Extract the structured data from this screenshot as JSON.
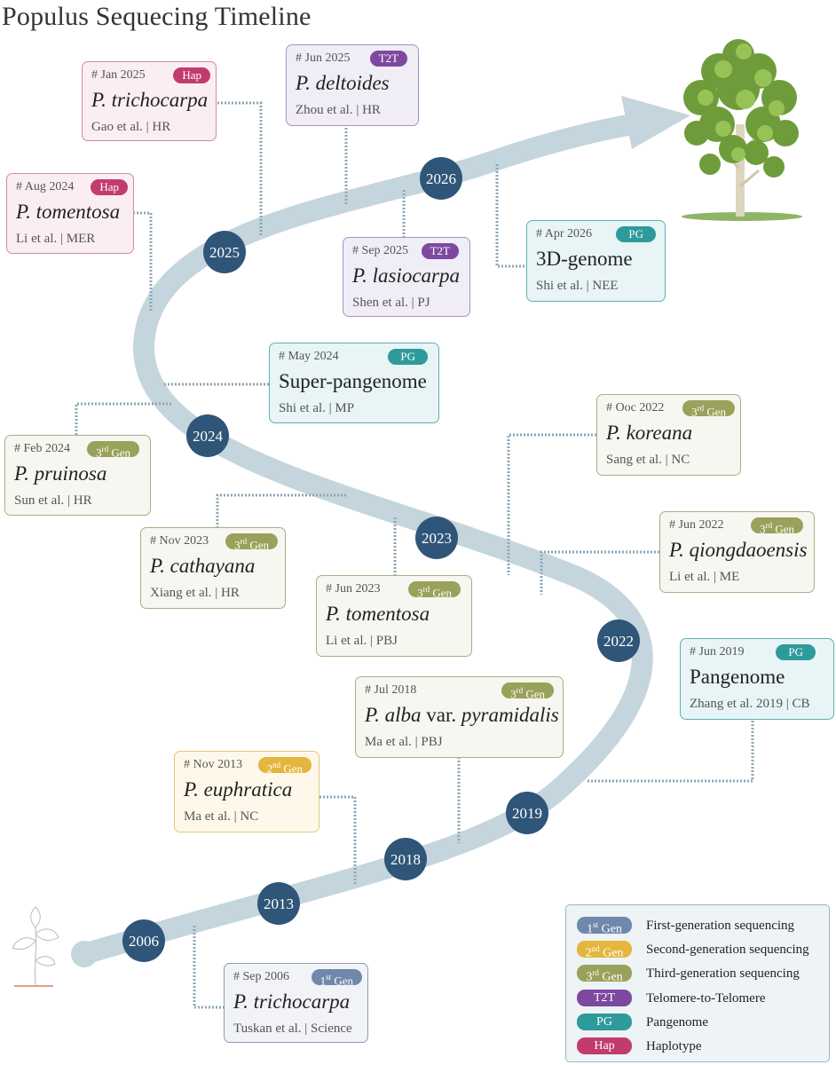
{
  "title": "Populus Sequecing Timeline",
  "colors": {
    "curve": "#c5d5de",
    "milestone": "#2f5578",
    "connector": "#8ea6b6",
    "gen1": "#6f88ab",
    "gen2": "#e4b63d",
    "gen3": "#9aa15a",
    "t2t": "#7d49a0",
    "pg": "#2f9a9c",
    "hap": "#c23b6e"
  },
  "milestones": [
    "2006",
    "2013",
    "2018",
    "2019",
    "2022",
    "2023",
    "2024",
    "2025",
    "2026"
  ],
  "cards": [
    {
      "id": "jan-2025",
      "date": "# Jan 2025",
      "badge": "Hap",
      "species": "P. trichocarpa",
      "italic": true,
      "cite": "Gao et al. | HR"
    },
    {
      "id": "jun-2025",
      "date": "# Jun 2025",
      "badge": "T2T",
      "species": "P. deltoides",
      "italic": true,
      "cite": "Zhou et al. | HR"
    },
    {
      "id": "aug-2024",
      "date": "# Aug 2024",
      "badge": "Hap",
      "species": "P. tomentosa",
      "italic": true,
      "cite": "Li et al. | MER"
    },
    {
      "id": "sep-2025",
      "date": "# Sep 2025",
      "badge": "T2T",
      "species": "P. lasiocarpa",
      "italic": true,
      "cite": "Shen et al. | PJ"
    },
    {
      "id": "apr-2026",
      "date": "# Apr 2026",
      "badge": "PG",
      "species": "3D-genome",
      "italic": false,
      "cite": "Shi et al. | NEE"
    },
    {
      "id": "may-2024",
      "date": "# May 2024",
      "badge": "PG",
      "species": "Super-pangenome",
      "italic": false,
      "cite": "Shi et al. | MP"
    },
    {
      "id": "feb-2024",
      "date": "# Feb 2024",
      "badge_num": "3",
      "badge_sup": "rd",
      "badge_rest": " Gen",
      "species": "P. pruinosa",
      "italic": true,
      "cite": "Sun et al. | HR"
    },
    {
      "id": "ooc-2022",
      "date": "# Ooc 2022",
      "badge_num": "3",
      "badge_sup": "rd",
      "badge_rest": " Gen",
      "species": "P. koreana",
      "italic": true,
      "cite": "Sang et al. | NC"
    },
    {
      "id": "nov-2023",
      "date": "# Nov 2023",
      "badge_num": "3",
      "badge_sup": "rd",
      "badge_rest": " Gen",
      "species": "P. cathayana",
      "italic": true,
      "cite": "Xiang et al. | HR"
    },
    {
      "id": "jun-2022",
      "date": "# Jun 2022",
      "badge_num": "3",
      "badge_sup": "rd",
      "badge_rest": " Gen",
      "species": "P. qiongdaoensis",
      "italic": true,
      "cite": "Li et al. | ME"
    },
    {
      "id": "jun-2023",
      "date": "# Jun 2023",
      "badge_num": "3",
      "badge_sup": "rd",
      "badge_rest": " Gen",
      "species": "P. tomentosa",
      "italic": true,
      "cite": "Li et al. | PBJ"
    },
    {
      "id": "jun-2019",
      "date": "# Jun 2019",
      "badge": "PG",
      "species": "Pangenome",
      "italic": false,
      "cite": "Zhang et al. 2019  | CB"
    },
    {
      "id": "jul-2018",
      "date": "# Jul 2018",
      "badge_num": "3",
      "badge_sup": "rd",
      "badge_rest": " Gen",
      "species_it": "P. alba",
      "species_rest": " var. ",
      "species_it2": "pyramidalis",
      "cite": "Ma et al. | PBJ"
    },
    {
      "id": "nov-2013",
      "date": "# Nov 2013",
      "badge_num": "2",
      "badge_sup": "nd",
      "badge_rest": " Gen",
      "species": "P. euphratica",
      "italic": true,
      "cite": "Ma et al. | NC"
    },
    {
      "id": "sep-2006",
      "date": "# Sep 2006",
      "badge_num": "1",
      "badge_sup": "st",
      "badge_rest": " Gen",
      "species": "P. trichocarpa",
      "italic": true,
      "cite": "Tuskan et al. | Science"
    }
  ],
  "legend": [
    {
      "num": "1",
      "sup": "st",
      "rest": " Gen",
      "text": "First-generation sequencing"
    },
    {
      "num": "2",
      "sup": "nd",
      "rest": " Gen",
      "text": "Second-generation sequencing"
    },
    {
      "num": "3",
      "sup": "rd",
      "rest": " Gen",
      "text": "Third-generation sequencing"
    },
    {
      "badge": "T2T",
      "text": "Telomere-to-Telomere"
    },
    {
      "badge": "PG",
      "text": "Pangenome"
    },
    {
      "badge": "Hap",
      "text": "Haplotype"
    }
  ]
}
